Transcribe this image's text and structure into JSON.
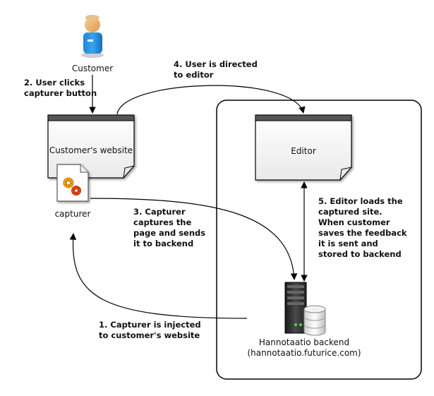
{
  "actors": {
    "customer": {
      "label": "Customer"
    }
  },
  "nodes": {
    "customers_website": {
      "label": "Customer's website"
    },
    "editor": {
      "label": "Editor"
    },
    "capturer": {
      "label": "capturer"
    },
    "backend": {
      "label": "Hannotaatio backend",
      "host": "(hannotaatio.futurice.com)"
    }
  },
  "steps": {
    "s1": "1. Capturer is injected\nto customer's website",
    "s2": "2. User clicks\ncapturer button",
    "s3": "3. Capturer\ncaptures the\npage and sends\nit to backend",
    "s4": "4. User is directed\nto editor",
    "s5": "5. Editor loads the\ncaptured site.\nWhen customer\nsaves the feedback\nit is sent and\nstored to backend"
  }
}
